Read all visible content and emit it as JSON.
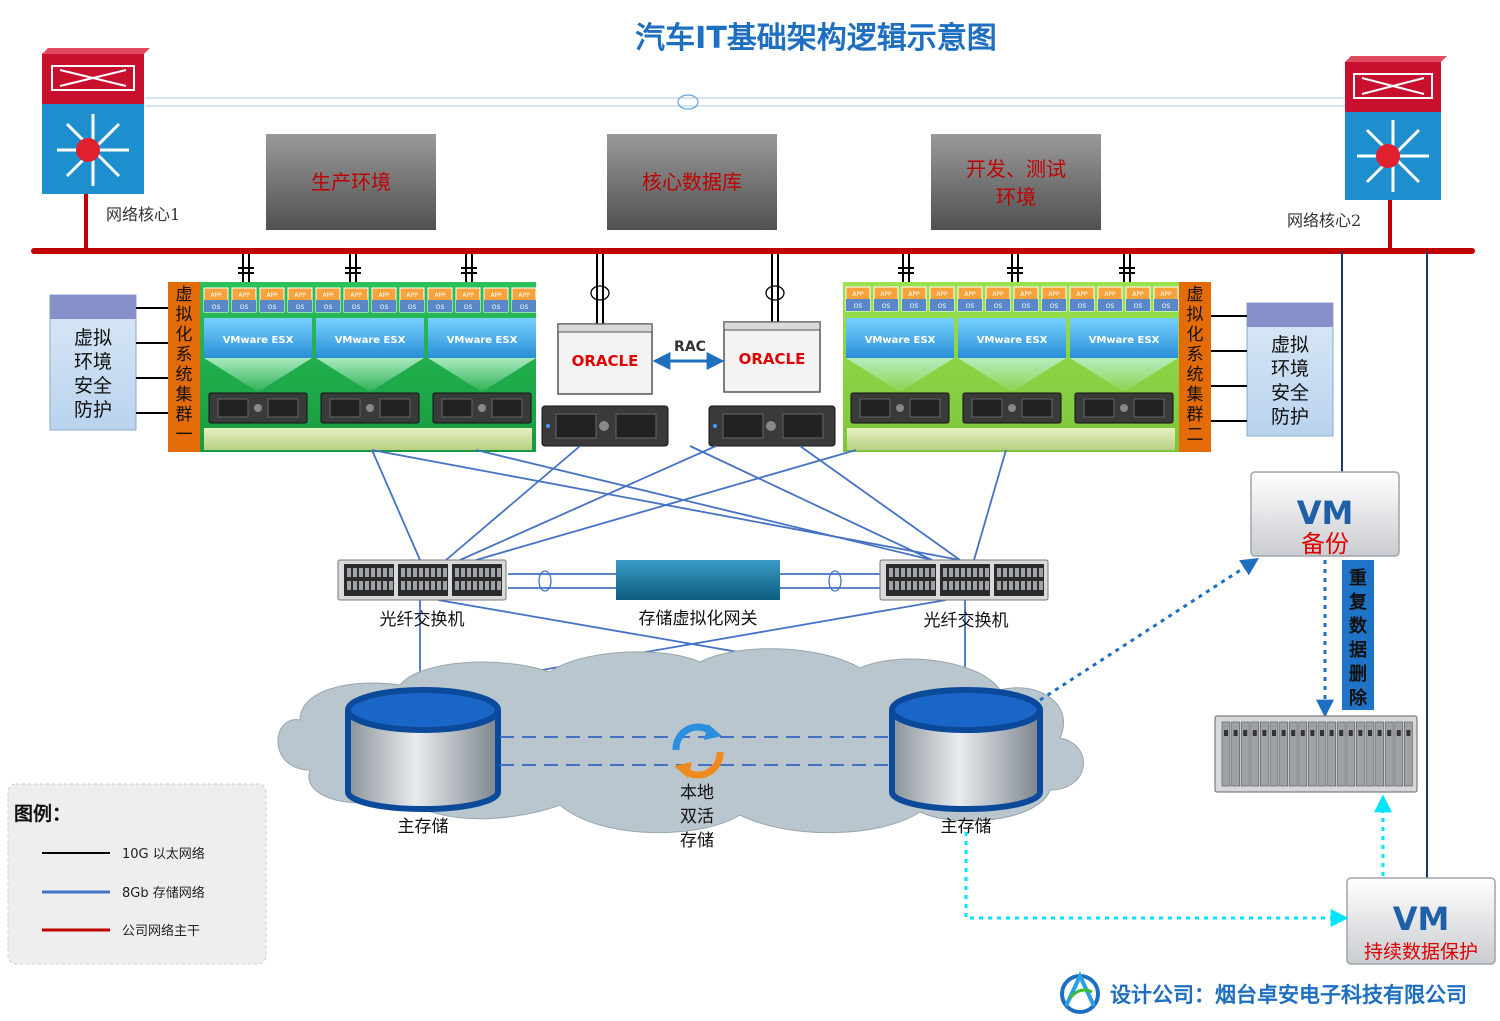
{
  "title": "汽车IT基础架构逻辑示意图",
  "core_labels": [
    "网络核心1",
    "网络核心2"
  ],
  "env_boxes": [
    "生产环境",
    "核心数据库",
    "开发、测试",
    "环境"
  ],
  "cluster_labels": [
    [
      "虚",
      "拟",
      "化",
      "系",
      "统",
      "集",
      "群",
      "一"
    ],
    [
      "虚",
      "拟",
      "化",
      "系",
      "统",
      "集",
      "群",
      "二"
    ]
  ],
  "security_label": [
    "虚拟",
    "环境",
    "安全",
    "防护"
  ],
  "app_label": "APP",
  "os_label": "OS",
  "esx_label": "VMware ESX",
  "oracle_label": "ORACLE",
  "rac_label": "RAC",
  "fc_switch_label": "光纤交换机",
  "storage_gateway_label": "存储虚拟化网关",
  "main_storage_label": "主存储",
  "active_storage_label": [
    "本地",
    "双活",
    "存储"
  ],
  "vm_text": "VM",
  "vm_backup_label": "备份",
  "dedupe_label": [
    "重",
    "复",
    "数",
    "据",
    "删",
    "除"
  ],
  "cdp_label": "持续数据保护",
  "legend": {
    "title": "图例：",
    "items": [
      {
        "label": "10G 以太网络",
        "color": "#000000"
      },
      {
        "label": "8Gb 存储网络",
        "color": "#4472c4"
      },
      {
        "label": "公司网络主干",
        "color": "#c00000"
      }
    ]
  },
  "footer": "设计公司：烟台卓安电子科技有限公司",
  "colors": {
    "title": "#1f6fc0",
    "backbone": "#c00000",
    "storage_link": "#4472c4",
    "cluster1": "#1ea34a",
    "cluster2": "#8cd13f",
    "orange": "#e36c09",
    "dark_navy": "#1f3864",
    "cyan": "#00e5ff",
    "dotted_blue": "#1f6fc0"
  }
}
